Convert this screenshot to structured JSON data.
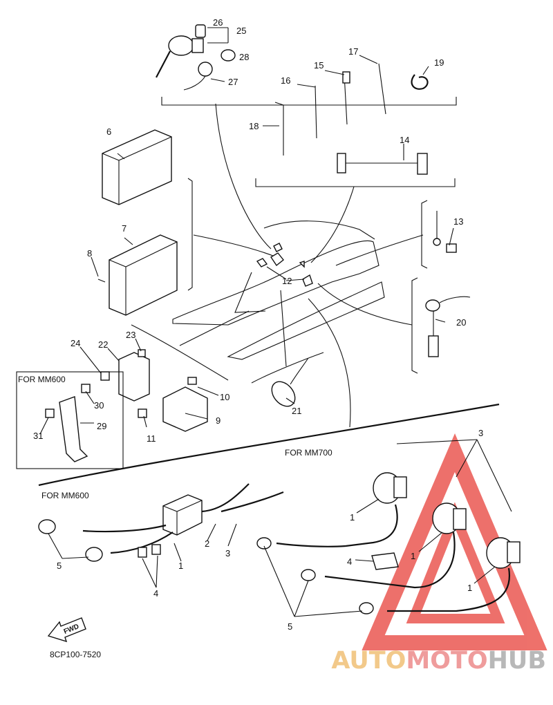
{
  "diagram": {
    "code": "8CP100-7520",
    "fwd_label": "FWD",
    "sections": {
      "mm600_box": "FOR MM600",
      "mm700": "FOR MM700",
      "mm600": "FOR MM600"
    },
    "callouts": [
      "26",
      "25",
      "28",
      "27",
      "17",
      "15",
      "19",
      "16",
      "18",
      "14",
      "6",
      "7",
      "8",
      "13",
      "12",
      "20",
      "24",
      "22",
      "23",
      "21",
      "10",
      "9",
      "11",
      "30",
      "29",
      "31",
      "3",
      "1",
      "2",
      "3",
      "1",
      "1",
      "1",
      "4",
      "5",
      "4",
      "5"
    ]
  },
  "watermark": {
    "part1": "AUTO",
    "part2": "MOTO",
    "part3": "HUB",
    "triangle_color": "#e8413a"
  }
}
